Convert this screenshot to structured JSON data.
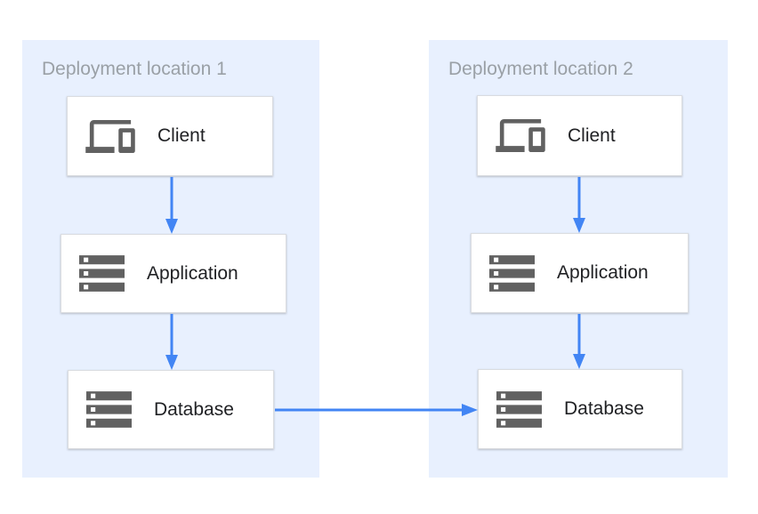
{
  "diagram": {
    "type": "architecture-diagram",
    "panels": [
      {
        "id": "deployment-location-1",
        "title": "Deployment location 1",
        "nodes": [
          {
            "id": "client-1",
            "label": "Client",
            "icon": "devices-icon"
          },
          {
            "id": "application-1",
            "label": "Application",
            "icon": "server-stack-icon"
          },
          {
            "id": "database-1",
            "label": "Database",
            "icon": "server-stack-icon"
          }
        ]
      },
      {
        "id": "deployment-location-2",
        "title": "Deployment location 2",
        "nodes": [
          {
            "id": "client-2",
            "label": "Client",
            "icon": "devices-icon"
          },
          {
            "id": "application-2",
            "label": "Application",
            "icon": "server-stack-icon"
          },
          {
            "id": "database-2",
            "label": "Database",
            "icon": "server-stack-icon"
          }
        ]
      }
    ],
    "edges": [
      {
        "from": "client-1",
        "to": "application-1",
        "direction": "down"
      },
      {
        "from": "application-1",
        "to": "database-1",
        "direction": "down"
      },
      {
        "from": "client-2",
        "to": "application-2",
        "direction": "down"
      },
      {
        "from": "application-2",
        "to": "database-2",
        "direction": "down"
      },
      {
        "from": "database-1",
        "to": "database-2",
        "direction": "right"
      }
    ],
    "colors": {
      "background": "#ffffff",
      "panel_bg": "#e8f0fe",
      "node_bg": "#ffffff",
      "node_border": "#dadce0",
      "icon": "#616161",
      "node_label": "#202124",
      "panel_title": "#9aa0a6",
      "arrow": "#4285f4"
    }
  }
}
